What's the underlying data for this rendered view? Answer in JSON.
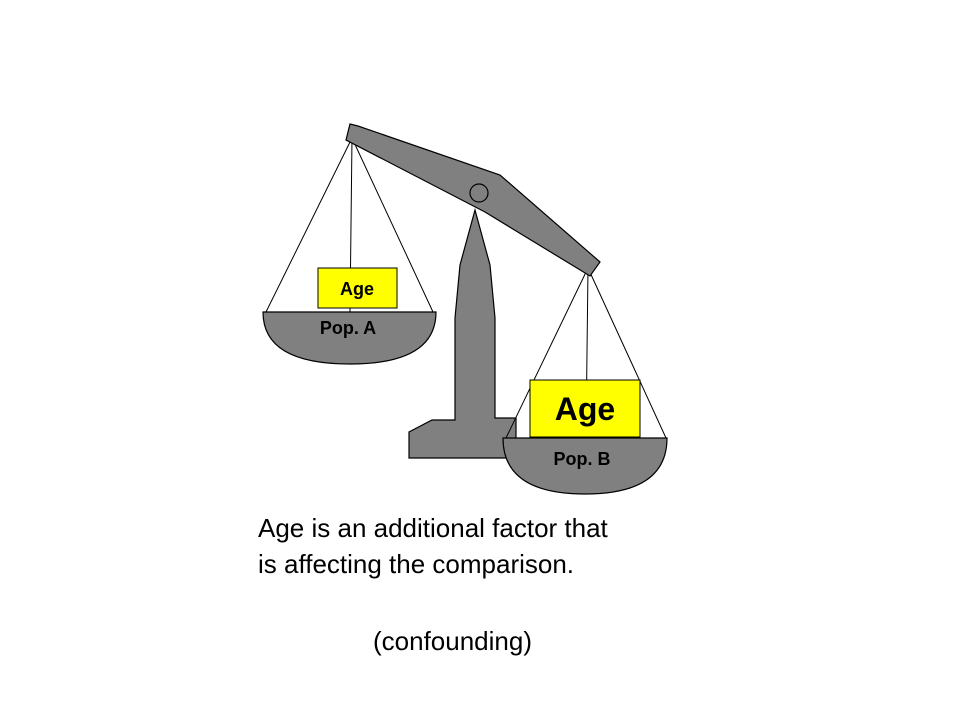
{
  "diagram": {
    "left_pan": {
      "weight_label": "Age",
      "pan_label": "Pop. A"
    },
    "right_pan": {
      "weight_label": "Age",
      "pan_label": "Pop. B"
    }
  },
  "caption": {
    "line1": "Age is an additional factor that",
    "line2": "is affecting the comparison.",
    "note": "(confounding)"
  },
  "colors": {
    "structure_fill": "#808080",
    "outline": "#000000",
    "weight_fill": "#ffff00"
  }
}
